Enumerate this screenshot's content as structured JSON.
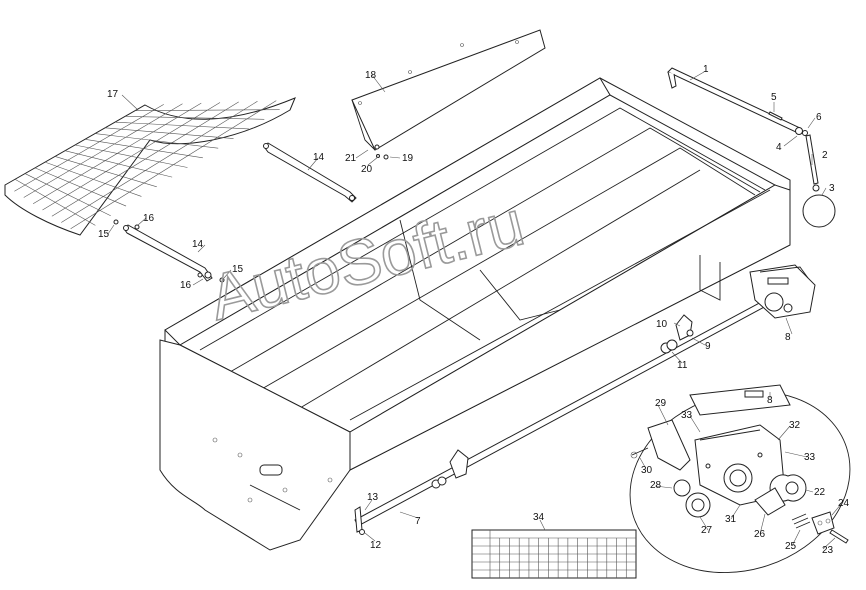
{
  "watermark": "AutoSoft.ru",
  "callouts": [
    {
      "id": "c1",
      "text": "1"
    },
    {
      "id": "c2",
      "text": "2"
    },
    {
      "id": "c3",
      "text": "3"
    },
    {
      "id": "c4",
      "text": "4"
    },
    {
      "id": "c5",
      "text": "5"
    },
    {
      "id": "c6",
      "text": "6"
    },
    {
      "id": "c7",
      "text": "7"
    },
    {
      "id": "c8a",
      "text": "8"
    },
    {
      "id": "c8b",
      "text": "8"
    },
    {
      "id": "c9",
      "text": "9"
    },
    {
      "id": "c10",
      "text": "10"
    },
    {
      "id": "c11",
      "text": "11"
    },
    {
      "id": "c12",
      "text": "12"
    },
    {
      "id": "c13",
      "text": "13"
    },
    {
      "id": "c14a",
      "text": "14"
    },
    {
      "id": "c14b",
      "text": "14"
    },
    {
      "id": "c15a",
      "text": "15"
    },
    {
      "id": "c15b",
      "text": "15"
    },
    {
      "id": "c16a",
      "text": "16"
    },
    {
      "id": "c16b",
      "text": "16"
    },
    {
      "id": "c17",
      "text": "17"
    },
    {
      "id": "c18",
      "text": "18"
    },
    {
      "id": "c19",
      "text": "19"
    },
    {
      "id": "c20",
      "text": "20"
    },
    {
      "id": "c21",
      "text": "21"
    },
    {
      "id": "c22",
      "text": "22"
    },
    {
      "id": "c23",
      "text": "23"
    },
    {
      "id": "c24",
      "text": "24"
    },
    {
      "id": "c25",
      "text": "25"
    },
    {
      "id": "c26",
      "text": "26"
    },
    {
      "id": "c27",
      "text": "27"
    },
    {
      "id": "c28",
      "text": "28"
    },
    {
      "id": "c29",
      "text": "29"
    },
    {
      "id": "c30",
      "text": "30"
    },
    {
      "id": "c31",
      "text": "31"
    },
    {
      "id": "c32",
      "text": "32"
    },
    {
      "id": "c33a",
      "text": "33"
    },
    {
      "id": "c33b",
      "text": "33"
    },
    {
      "id": "c34",
      "text": "34"
    }
  ]
}
